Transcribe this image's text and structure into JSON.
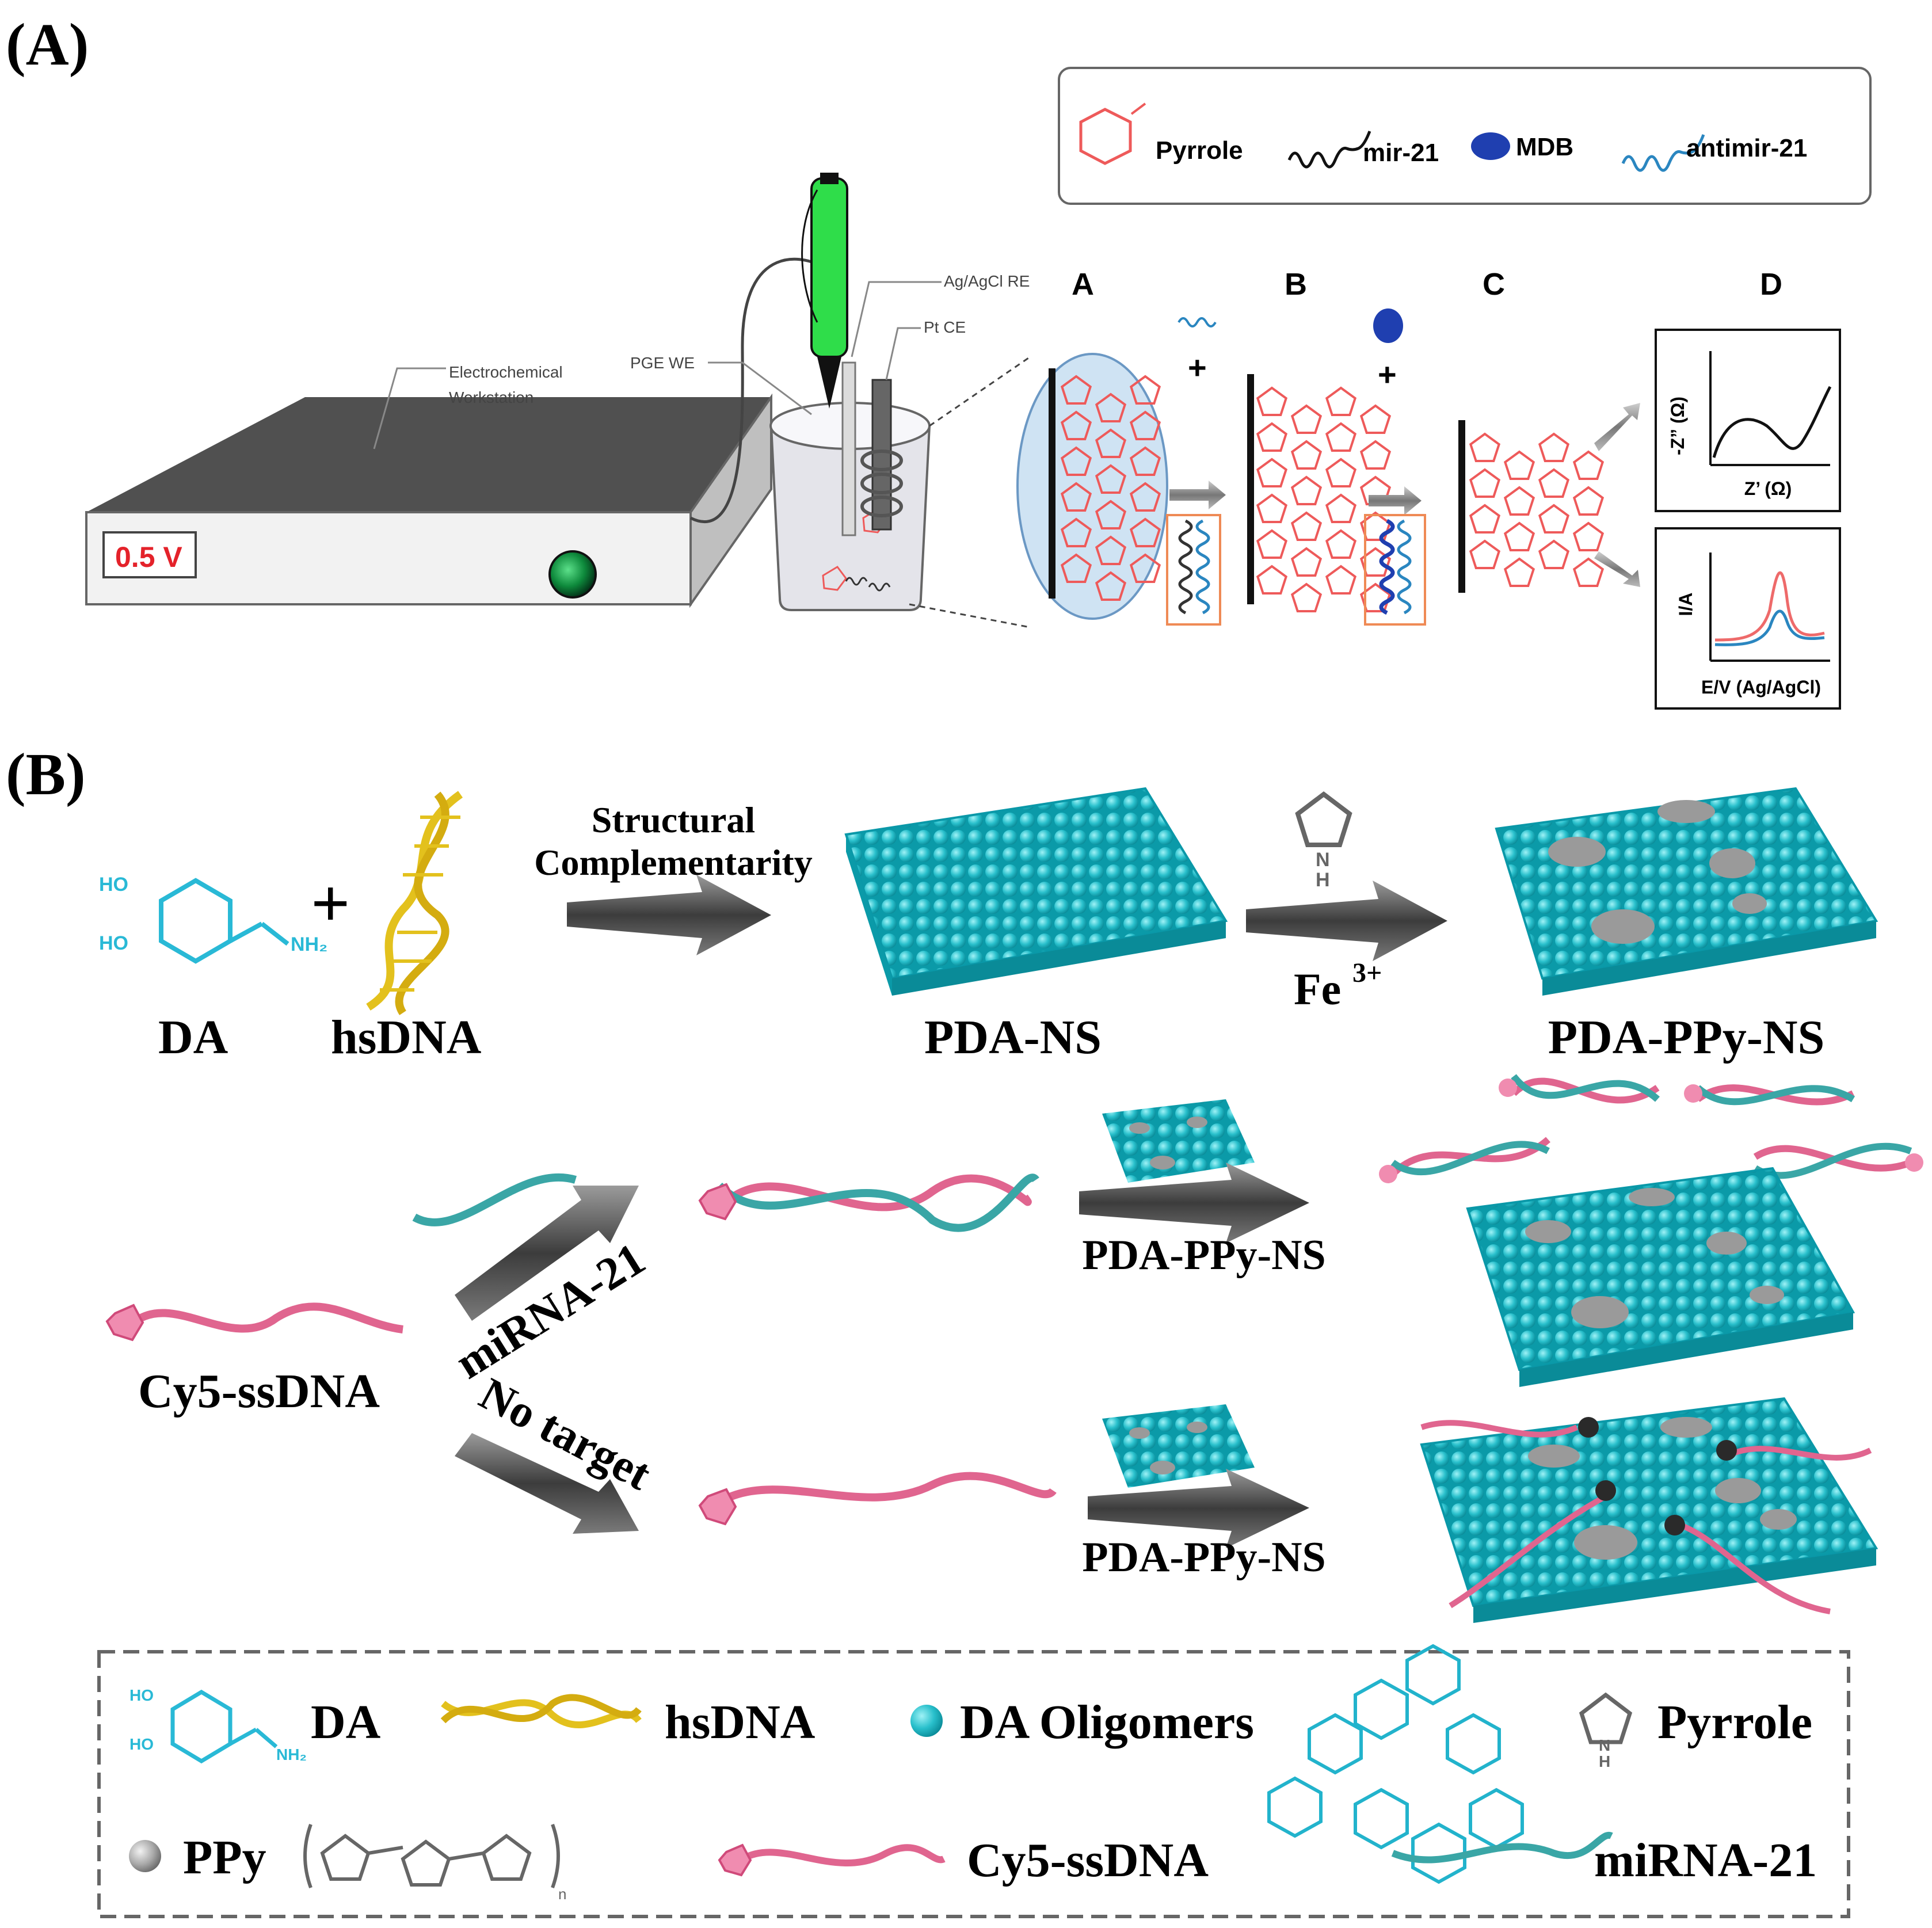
{
  "panel_a": {
    "panel_label": "(A)",
    "legend": {
      "pyrrole": "Pyrrole",
      "mir21": "mir-21",
      "mdb": "MDB",
      "antimir21": "antimir-21"
    },
    "workstation": {
      "label_line1": "Electrochemical",
      "label_line2": "Workstation",
      "display": "0.5 V"
    },
    "electrodes": {
      "reference": "Ag/AgCl RE",
      "counter": "Pt CE",
      "working": "PGE  WE"
    },
    "steps": [
      "A",
      "B",
      "C",
      "D"
    ],
    "plot_impedance": {
      "ylabel": "-Z” (Ω)",
      "xlabel": "Z’ (Ω)"
    },
    "plot_voltammetry": {
      "ylabel": "I/A",
      "xlabel": "E/V (Ag/AgCl)"
    },
    "plus": "+",
    "colors": {
      "pyrrole": "#ee5a5a",
      "mdb": "#1f3fb0",
      "antimir": "#2a86c0",
      "screen_text": "#e4222a"
    }
  },
  "panel_b": {
    "panel_label": "(B)",
    "row1": {
      "da": "DA",
      "hsdna": "hsDNA",
      "arrow1_line1": "Structural",
      "arrow1_line2": "Complementarity",
      "pda_ns": "PDA-NS",
      "fe": "Fe",
      "fe_charge": "3+",
      "pda_ppy_ns": "PDA-PPy-NS",
      "plus": "+"
    },
    "row2": {
      "cy5_ssdna": "Cy5-ssDNA",
      "mirna": "miRNA-21",
      "no_target": "No target",
      "pda_ppy_ns_upper": "PDA-PPy-NS",
      "pda_ppy_ns_lower": "PDA-PPy-NS"
    },
    "legend": {
      "da": "DA",
      "hsdna": "hsDNA",
      "da_oligomers": "DA Oligomers",
      "pyrrole": "Pyrrole",
      "ppy": "PPy",
      "cy5_ssdna": "Cy5-ssDNA",
      "mirna21": "miRNA-21",
      "subscript_n": "n"
    },
    "colors": {
      "cyan": "#29c0cc",
      "cyan_dark": "#0a98a8",
      "gold": "#e3c11d",
      "pink": "#e0658f",
      "gray": "#9a9a9a",
      "teal_strand": "#3aa6a6"
    }
  }
}
